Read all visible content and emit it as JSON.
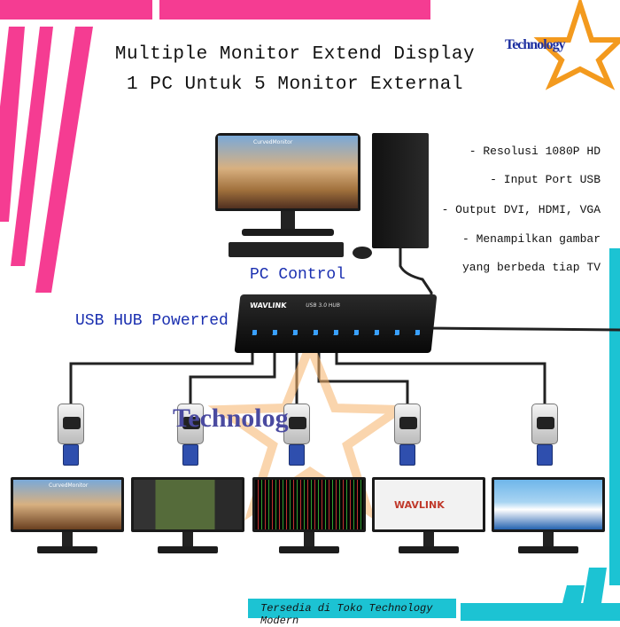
{
  "title": {
    "line1": "Multiple Monitor Extend Display",
    "line2": "1 PC Untuk 5 Monitor External"
  },
  "logo": {
    "text": "Technology",
    "icon": "star-icon"
  },
  "watermark": {
    "text": "Technolog"
  },
  "features": [
    "- Resolusi 1080P HD",
    "- Input Port USB",
    "- Output DVI, HDMI, VGA",
    "- Menampilkan gambar",
    "yang berbeda tiap TV"
  ],
  "labels": {
    "pc_control": "PC Control",
    "usb_hub": "USB HUB Powerred"
  },
  "hub": {
    "brand": "WAVLINK",
    "model": "USB 3.0 HUB"
  },
  "pc_monitor": {
    "brand": "CurvedMonitor"
  },
  "monitors": [
    {
      "brand": "CurvedMonitor"
    },
    {
      "brand": ""
    },
    {
      "brand": ""
    },
    {
      "brand": "WAVLINK"
    },
    {
      "brand": ""
    }
  ],
  "footer": "Tersedia di Toko Technology Modern",
  "colors": {
    "pink": "#f53c92",
    "cyan": "#1cc3d3",
    "label_blue": "#1a2fb0",
    "star_orange": "#f39a1e"
  }
}
